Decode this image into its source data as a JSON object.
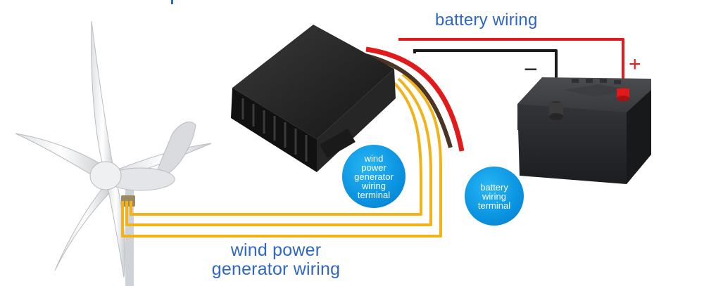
{
  "captions": {
    "battery_wiring": "battery wiring",
    "wind_wiring_line1": "wind power",
    "wind_wiring_line2": "generator wiring"
  },
  "bubbles": {
    "generator_terminal": [
      "wind",
      "power",
      "generator",
      "wiring",
      "terminal"
    ],
    "battery_terminal": [
      "battery",
      "wiring",
      "terminal"
    ]
  },
  "battery": {
    "positive_sign": "+",
    "negative_sign": "−"
  },
  "colors": {
    "caption_blue": "#2f66c9",
    "bubble_blue": "#0a93e0",
    "wire_red": "#e11b1b",
    "wire_black": "#1a1a1a",
    "wire_yellow": "#f2b318",
    "controller_black": "#1e1e1e"
  },
  "icons": [
    "wind-turbine-icon",
    "charge-controller-icon",
    "car-battery-icon"
  ]
}
